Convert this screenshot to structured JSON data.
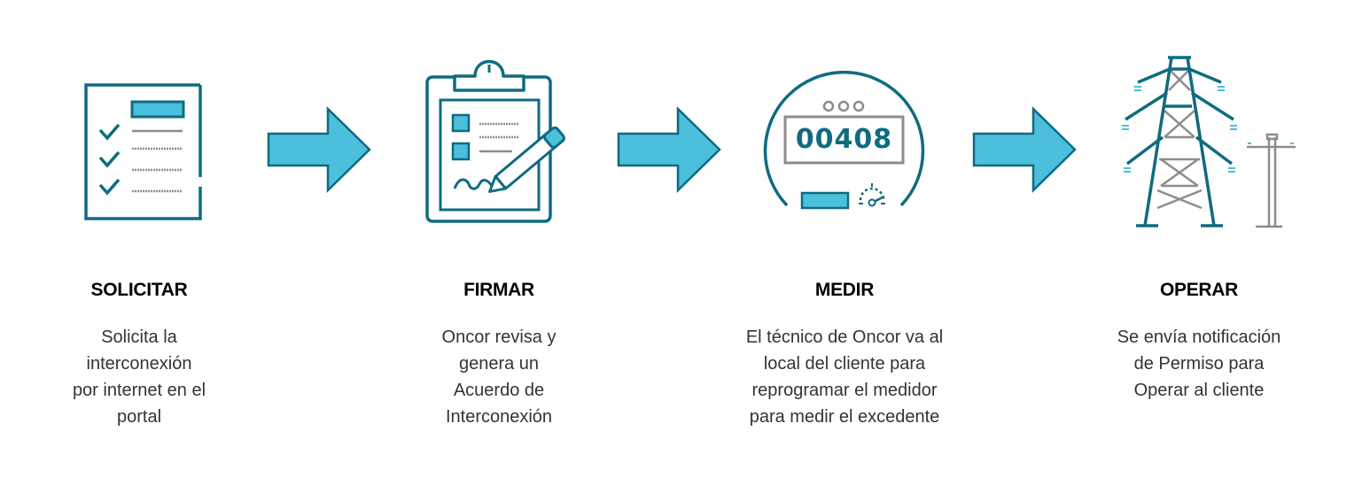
{
  "colors": {
    "dark_teal": "#0f6b80",
    "light_blue": "#4bbfdc",
    "grey": "#8c8c8c",
    "text": "#333333",
    "title": "#000000"
  },
  "steps": [
    {
      "icon": "checklist-icon",
      "title": "SOLICITAR",
      "desc": [
        "Solicita la",
        "interconexión",
        "por internet en el",
        "portal"
      ]
    },
    {
      "icon": "clipboard-sign-icon",
      "title": "FIRMAR",
      "desc": [
        "Oncor revisa y",
        "genera un",
        "Acuerdo de",
        "Interconexión"
      ]
    },
    {
      "icon": "meter-icon",
      "title": "MEDIR",
      "meter_reading": "00408",
      "desc": [
        "El técnico de Oncor va al",
        "local del cliente para",
        "reprogramar el medidor",
        "para medir el excedente"
      ]
    },
    {
      "icon": "transmission-tower-icon",
      "title": "OPERAR",
      "desc": [
        "Se envía notificación",
        "de Permiso para",
        "Operar al cliente"
      ]
    }
  ],
  "arrows": [
    "right-arrow-icon",
    "right-arrow-icon",
    "right-arrow-icon"
  ]
}
